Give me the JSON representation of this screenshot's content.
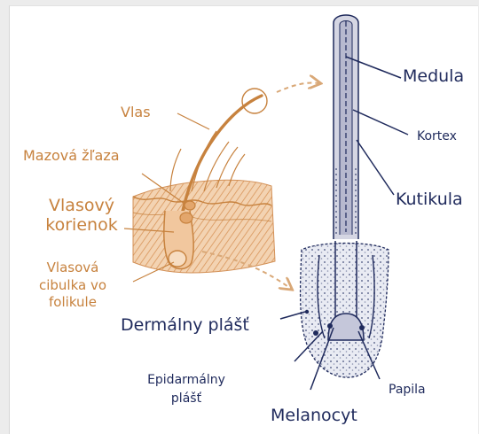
{
  "colors": {
    "orange": "#c7823e",
    "navy": "#1f2a5c",
    "skin_fill": "#e9b98a",
    "hair_fill": "#c9c9d8",
    "arrow": "#d9a877"
  },
  "labels": {
    "vlas": "Vlas",
    "mazova": "Mazová žľaza",
    "korienok_1": "Vlasový",
    "korienok_2": "korienok",
    "cibulka_1": "Vlasová",
    "cibulka_2": "cibulka vo",
    "cibulka_3": "folikule",
    "medula": "Medula",
    "kortex": "Kortex",
    "kutikula": "Kutikula",
    "dermalny": "Dermálny plášť",
    "epidermalny_1": "Epidarmálny",
    "epidermalny_2": "plášť",
    "papila": "Papila",
    "melanocyt": "Melanocyt"
  }
}
